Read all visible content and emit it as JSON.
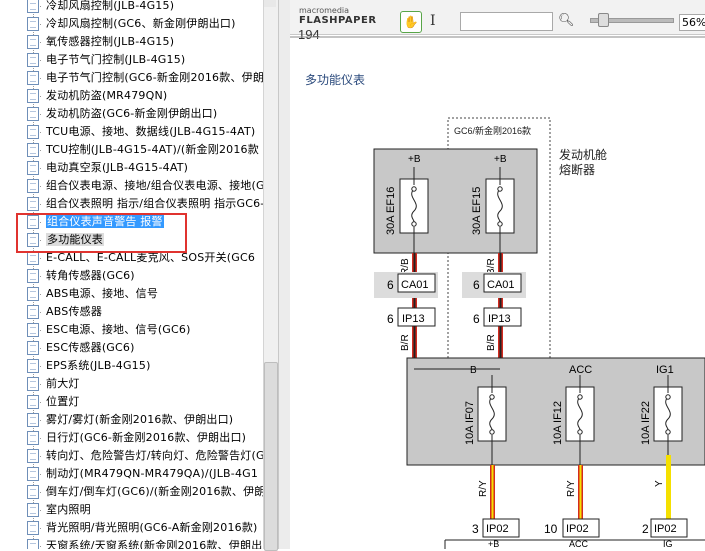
{
  "tree": {
    "items": [
      {
        "label": "冷却风扇控制(JLB-4G15)"
      },
      {
        "label": "冷却风扇控制(GC6、新金刚伊朗出口)"
      },
      {
        "label": "氧传感器控制(JLB-4G15)"
      },
      {
        "label": "电子节气门控制(JLB-4G15)"
      },
      {
        "label": "电子节气门控制(GC6-新金刚2016款、伊朗"
      },
      {
        "label": "发动机防盗(MR479QN)"
      },
      {
        "label": "发动机防盗(GC6-新金刚伊朗出口)"
      },
      {
        "label": "TCU电源、接地、数据线(JLB-4G15-4AT)"
      },
      {
        "label": "TCU控制(JLB-4G15-4AT)/(新金刚2016款"
      },
      {
        "label": "电动真空泵(JLB-4G15-4AT)"
      },
      {
        "label": "组合仪表电源、接地/组合仪表电源、接地(G"
      },
      {
        "label": "组合仪表照明 指示/组合仪表照明 指示GC6-"
      },
      {
        "label": "组合仪表声音警告 报警"
      },
      {
        "label": "多功能仪表"
      },
      {
        "label": "E-CALL、E-CALL麦克风、SOS开关(GC6"
      },
      {
        "label": "转角传感器(GC6)"
      },
      {
        "label": "ABS电源、接地、信号"
      },
      {
        "label": "ABS传感器"
      },
      {
        "label": "ESC电源、接地、信号(GC6)"
      },
      {
        "label": "ESC传感器(GC6)"
      },
      {
        "label": "EPS系统(JLB-4G15)"
      },
      {
        "label": "前大灯"
      },
      {
        "label": "位置灯"
      },
      {
        "label": "雾灯/雾灯(新金刚2016款、伊朗出口)"
      },
      {
        "label": "日行灯(GC6-新金刚2016款、伊朗出口)"
      },
      {
        "label": "转向灯、危险警告灯/转向灯、危险警告灯(G"
      },
      {
        "label": "制动灯(MR479QN-MR479QA)/(JLB-4G1"
      },
      {
        "label": "倒车灯/倒车灯(GC6)/(新金刚2016款、伊朗"
      },
      {
        "label": "室内照明"
      },
      {
        "label": "背光照明/背光照明(GC6-A新金刚2016款)"
      },
      {
        "label": "天窗系统/天窗系统(新金刚2016款、伊朗出"
      }
    ]
  },
  "viewer": {
    "logo_top": "macromedia",
    "logo_bottom": "FLASHPAPER",
    "hand_tool": "✋",
    "text_tool": "I",
    "search_value": "",
    "zoom": "56%",
    "page_number": "194",
    "doc_title": "多功能仪表"
  },
  "diagram": {
    "variant_label": "GC6/新金刚2016款",
    "fusebox_label_1": "发动机舱",
    "fusebox_label_2": "熔断器",
    "fuse1": {
      "pin": "+B",
      "name": "30A EF16",
      "wire": "R/B"
    },
    "fuse2": {
      "pin": "+B",
      "name": "30A EF15",
      "wire": "B/R"
    },
    "conn1": {
      "pin": "6",
      "name": "CA01"
    },
    "conn2": {
      "pin": "6",
      "name": "CA01"
    },
    "conn3": {
      "pin": "6",
      "name": "IP13"
    },
    "conn4": {
      "pin": "6",
      "name": "IP13"
    },
    "wire_below_1": "B/R",
    "wire_below_2": "B/R",
    "ip_fuse1": {
      "pin": "B",
      "name": "10A IF07",
      "wire": "R/Y",
      "out_pin": "3",
      "out_conn": "IP02",
      "out_label": "+B"
    },
    "ip_fuse2": {
      "pin": "ACC",
      "name": "10A IF12",
      "wire": "R/Y",
      "out_pin": "10",
      "out_conn": "IP02",
      "out_label": "ACC"
    },
    "ip_fuse3": {
      "pin": "IG1",
      "name": "10A IF22",
      "wire": "Y",
      "out_pin": "2",
      "out_conn": "IP02",
      "out_label": "IG"
    }
  },
  "colors": {
    "selection": "#3399ff",
    "highlight_box": "#e0332f",
    "wire_red": "#d42a1f",
    "wire_yellow": "#f5e000",
    "fusebox_fill": "#c8c8c8"
  }
}
